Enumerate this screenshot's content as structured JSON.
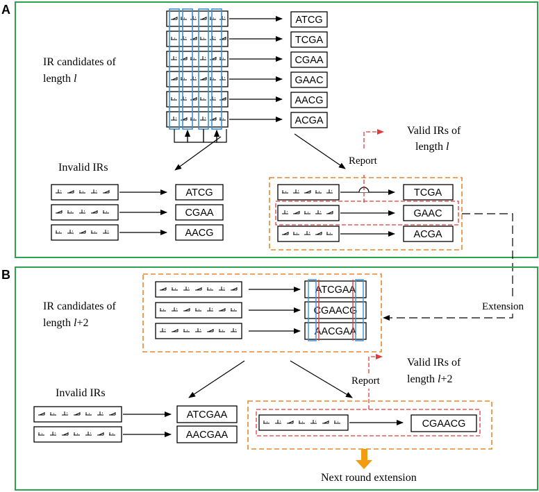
{
  "panels": {
    "a": {
      "letter": "A"
    },
    "b": {
      "letter": "B"
    }
  },
  "panel_a": {
    "candidates_label_line1": "IR candidates of",
    "candidates_label_line2_prefix": "length ",
    "candidates_label_line2_var": "l",
    "candidates": [
      "ATCG",
      "TCGA",
      "CGAA",
      "GAAC",
      "AACG",
      "ACGA"
    ],
    "invalid_label": "Invalid IRs",
    "invalid": [
      "ATCG",
      "CGAA",
      "AACG"
    ],
    "valid": [
      "TCGA",
      "GAAC",
      "ACGA"
    ],
    "report_label": "Report",
    "valid_label_line1": "Valid IRs of",
    "valid_label_line2_prefix": "length ",
    "valid_label_line2_var": "l"
  },
  "extension_label": "Extension",
  "panel_b": {
    "candidates_label_line1": "IR candidates of",
    "candidates_label_line2_prefix": "length ",
    "candidates_label_line2_var": "l",
    "candidates_label_line2_suffix": "+2",
    "candidates": [
      "ATCGAA",
      "CGAACG",
      "AACGAA"
    ],
    "invalid_label": "Invalid IRs",
    "invalid": [
      "ATCGAA",
      "AACGAA"
    ],
    "valid": [
      "CGAACG"
    ],
    "report_label": "Report",
    "valid_label_line1": "Valid IRs of",
    "valid_label_line2_prefix": "length ",
    "valid_label_line2_var": "l",
    "valid_label_line2_suffix": "+2",
    "next_label": "Next round extension"
  },
  "colors": {
    "panel_border": "#2ca24c",
    "dashed_group": "#e8862a",
    "valid_highlight": "#e03a3a",
    "column_marker": "#3a8fd6",
    "next_arrow": "#f39c12"
  }
}
